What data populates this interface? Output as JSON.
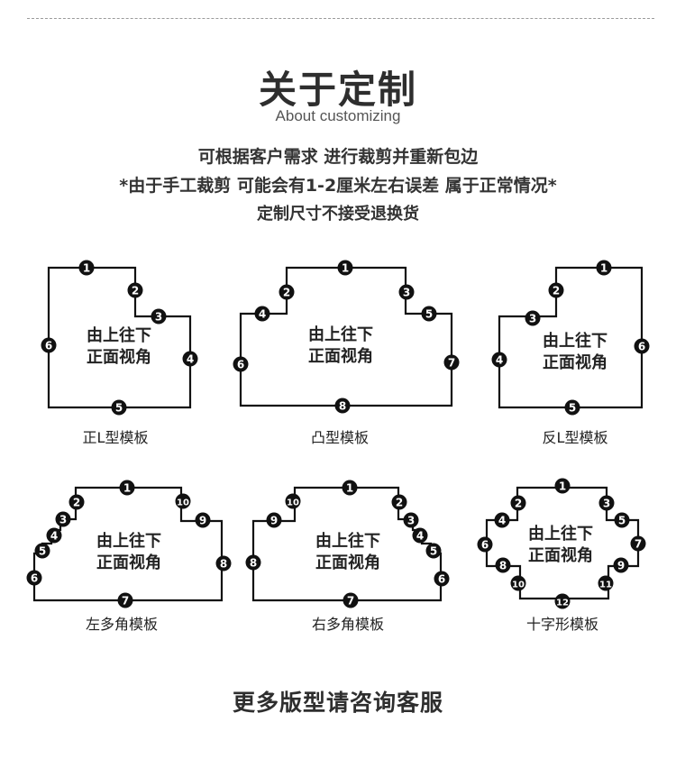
{
  "header": {
    "title": "关于定制",
    "subtitle": "About customizing"
  },
  "notes": [
    "可根据客户需求 进行裁剪并重新包边",
    "*由于手工裁剪 可能会有1-2厘米左右误差 属于正常情况*",
    "定制尺寸不接受退换货"
  ],
  "view_hint": [
    "由上往下",
    "正面视角"
  ],
  "templates": [
    {
      "name": "正L型模板",
      "edge_count": 6
    },
    {
      "name": "凸型模板",
      "edge_count": 8
    },
    {
      "name": "反L型模板",
      "edge_count": 6
    },
    {
      "name": "左多角模板",
      "edge_count": 10
    },
    {
      "name": "右多角模板",
      "edge_count": 10
    },
    {
      "name": "十字形模板",
      "edge_count": 12
    }
  ],
  "footer": {
    "text": "更多版型请咨询客服"
  },
  "colors": {
    "line": "#111111",
    "badge_fill": "#111111",
    "badge_text": "#ffffff",
    "title": "#2e2e2e"
  }
}
